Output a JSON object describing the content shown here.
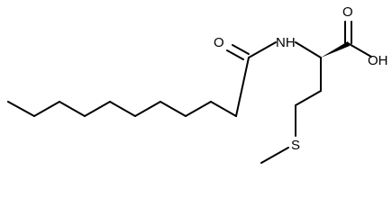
{
  "molecule": {
    "atoms": {
      "oxygen_carbonyl_amide": "O",
      "nitrogen": "NH",
      "oxygen_carbonyl_acid": "O",
      "hydroxyl": "OH",
      "sulfur": "S"
    }
  }
}
